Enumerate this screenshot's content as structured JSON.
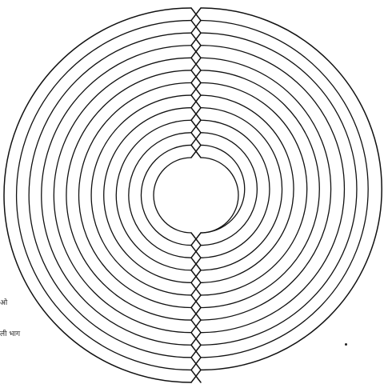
{
  "diagram": {
    "ring_count": 13,
    "stroke_color": "#111111",
    "background": "#ffffff"
  },
  "margin_text": {
    "fragment_1": "ओ",
    "fragment_2": "ली भाग"
  }
}
